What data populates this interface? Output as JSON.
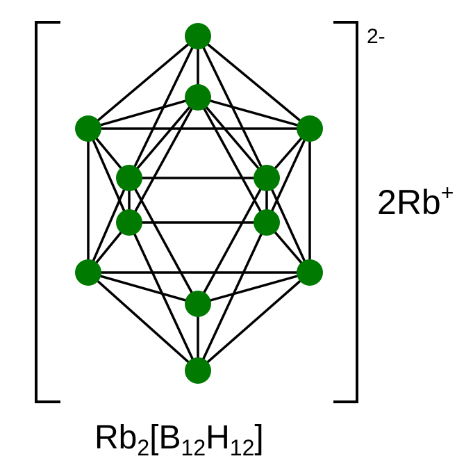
{
  "molecule": {
    "charge": "2-",
    "counterion_coefficient": "2",
    "counterion_element": "Rb",
    "counterion_charge": "+",
    "formula": {
      "rb": "Rb",
      "rb_count": "2",
      "open_bracket": "[",
      "boron": "B",
      "boron_count": "12",
      "hydrogen": "H",
      "hydrogen_count": "12",
      "close_bracket": "]"
    }
  },
  "colors": {
    "atom": "#007a00",
    "bond": "#000000",
    "text": "#000000"
  },
  "icons": {
    "atom": "boron-atom-icon"
  }
}
